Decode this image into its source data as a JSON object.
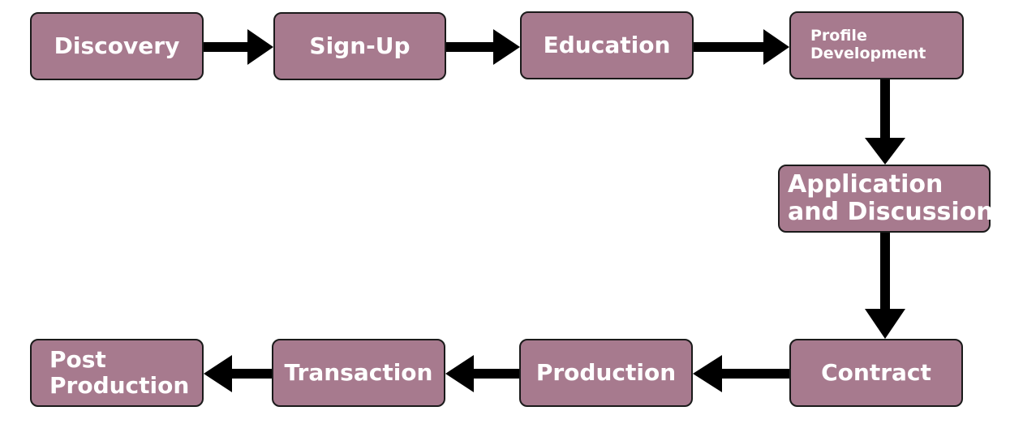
{
  "diagram": {
    "nodes": [
      {
        "id": "discovery",
        "label": "Discovery"
      },
      {
        "id": "signup",
        "label": "Sign-Up"
      },
      {
        "id": "education",
        "label": "Education"
      },
      {
        "id": "profile",
        "label_line1": "Profile",
        "label_line2": "Development"
      },
      {
        "id": "application",
        "label_line1": "Application",
        "label_line2": "and Discussion"
      },
      {
        "id": "contract",
        "label": "Contract"
      },
      {
        "id": "production",
        "label": "Production"
      },
      {
        "id": "transaction",
        "label": "Transaction"
      },
      {
        "id": "post",
        "label_line1": "Post",
        "label_line2": "Production"
      }
    ],
    "edges": [
      {
        "from": "discovery",
        "to": "signup"
      },
      {
        "from": "signup",
        "to": "education"
      },
      {
        "from": "education",
        "to": "profile"
      },
      {
        "from": "profile",
        "to": "application"
      },
      {
        "from": "application",
        "to": "contract"
      },
      {
        "from": "contract",
        "to": "production"
      },
      {
        "from": "production",
        "to": "transaction"
      },
      {
        "from": "transaction",
        "to": "post"
      }
    ],
    "colors": {
      "node_fill": "#a77a8e",
      "node_border": "#1a1a1a",
      "node_text": "#ffffff",
      "arrow": "#000000"
    }
  }
}
